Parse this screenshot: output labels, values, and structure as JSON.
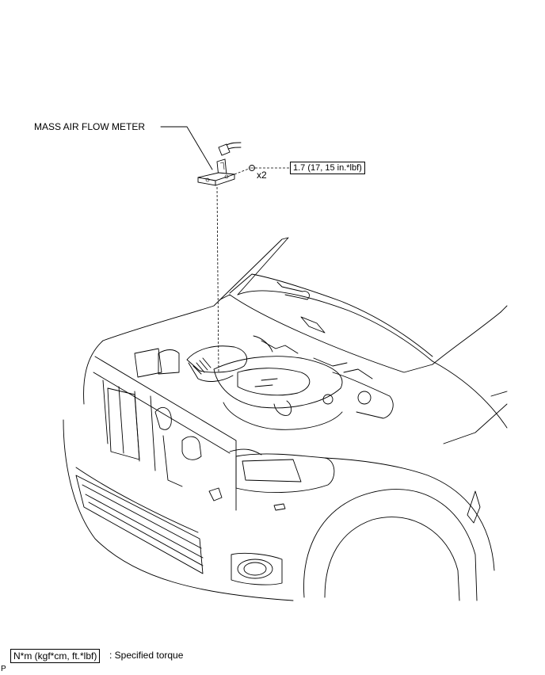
{
  "callout": {
    "part_name": "MASS AIR FLOW METER",
    "bolt_count": "x2",
    "torque_spec": "1.7 (17, 15 in.*lbf)"
  },
  "legend": {
    "unit_box": "N*m (kgf*cm, ft.*lbf)",
    "description": ": Specified torque"
  },
  "corner_mark": "P"
}
